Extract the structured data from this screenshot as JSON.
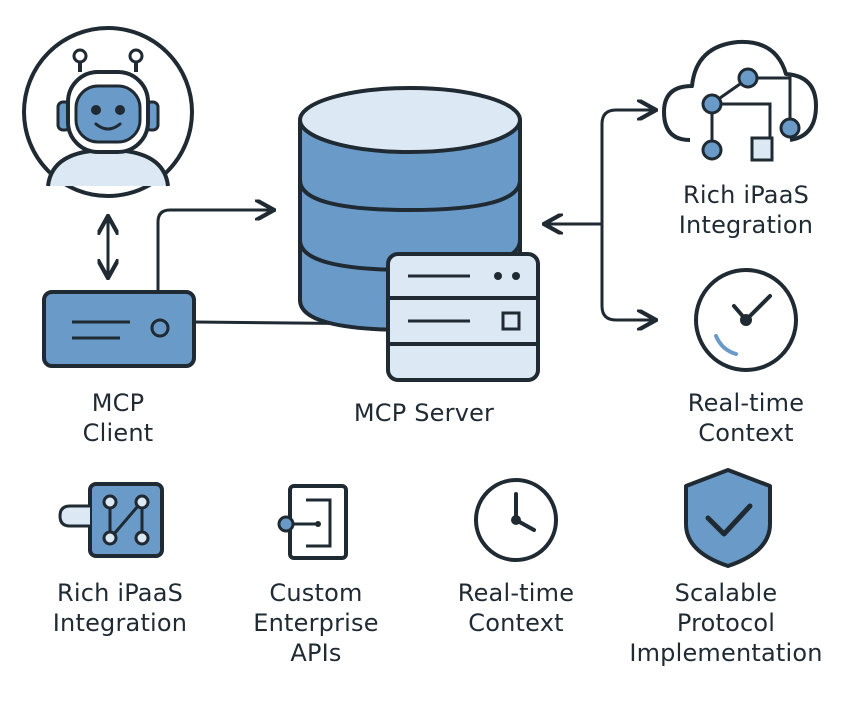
{
  "labels": {
    "mcp_client": [
      "MCP",
      "Client"
    ],
    "mcp_server": [
      "MCP Server"
    ],
    "ipaas_top": [
      "Rich iPaaS",
      "Integration"
    ],
    "realtime_top": [
      "Real-time",
      "Context"
    ],
    "ipaas_bottom": [
      "Rich iPaaS",
      "Integration"
    ],
    "custom_apis": [
      "Custom",
      "Enterprise",
      "APIs"
    ],
    "realtime_bottom": [
      "Real-time",
      "Context"
    ],
    "scalable": [
      "Scalable",
      "Protocol",
      "Implementation"
    ]
  },
  "icons": {
    "robot": "robot-avatar-icon",
    "client": "client-device-icon",
    "database": "database-icon",
    "server": "server-rack-icon",
    "cloud": "cloud-network-icon",
    "clock": "clock-icon",
    "integration": "integration-puzzle-icon",
    "api": "api-document-icon",
    "shield": "shield-check-icon"
  },
  "colors": {
    "stroke": "#1f2a33",
    "fill_blue": "#6a9ac7",
    "fill_light": "#dce8f3",
    "fill_mid": "#a9c6e2"
  }
}
